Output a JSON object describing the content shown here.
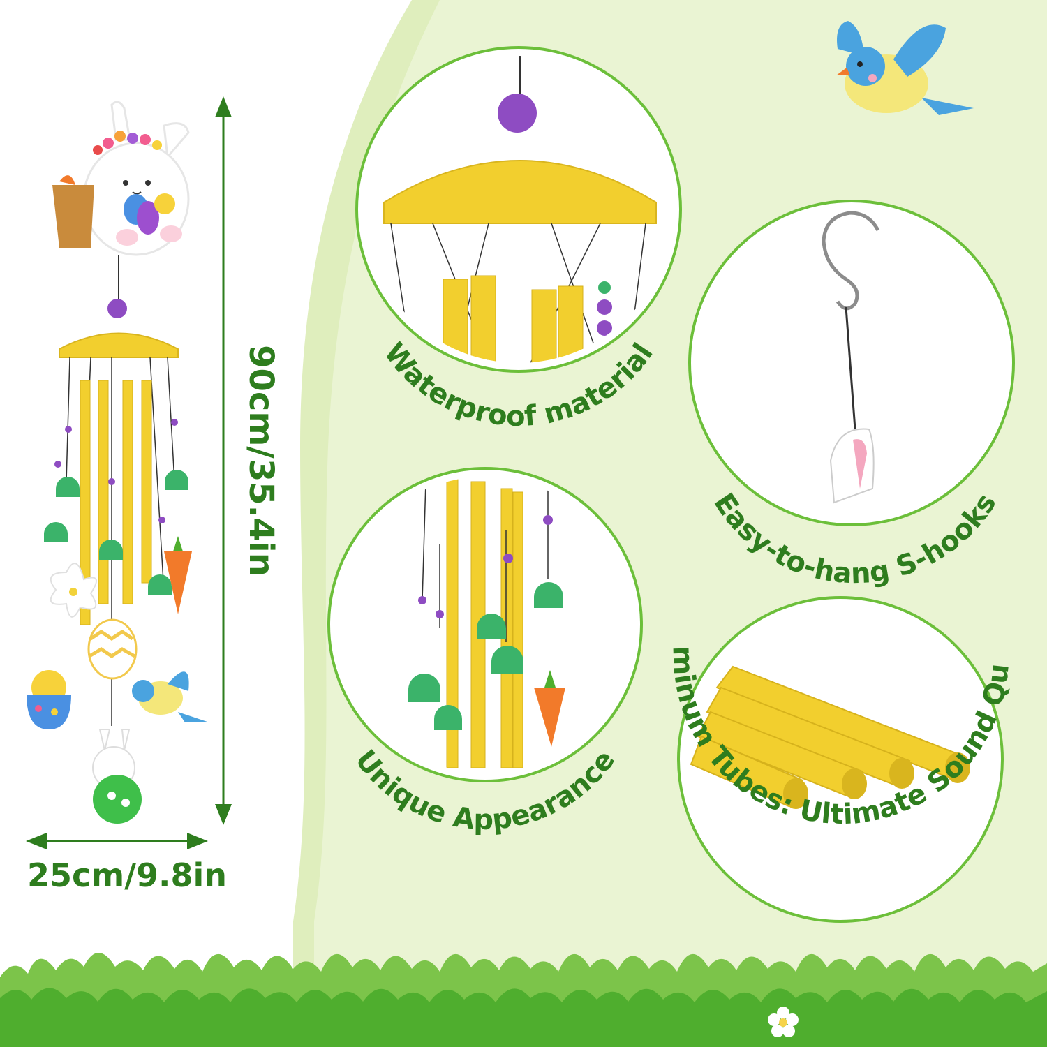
{
  "dimensions": {
    "height": "90cm/35.4in",
    "width": "25cm/9.8in"
  },
  "features": {
    "waterproof": "Waterproof material",
    "hooks": "Easy-to-hang S-hooks",
    "appearance": "Unique Appearance",
    "tubes": "Aluminum Tubes: Ultimate Sound Quality"
  },
  "colors": {
    "background_green": "#eaf4d3",
    "frame_green": "#6cbf3a",
    "text_green": "#2e7d1e",
    "tube_yellow": "#f2cf2e",
    "bell_green": "#3bb36a",
    "bead_purple": "#8e4cc2",
    "grass_green": "#4fae2e"
  },
  "icons": [
    "bird-icon",
    "bunny-icon",
    "carrot-icon",
    "egg-icon",
    "chick-icon",
    "flower-icon",
    "s-hook-icon"
  ]
}
